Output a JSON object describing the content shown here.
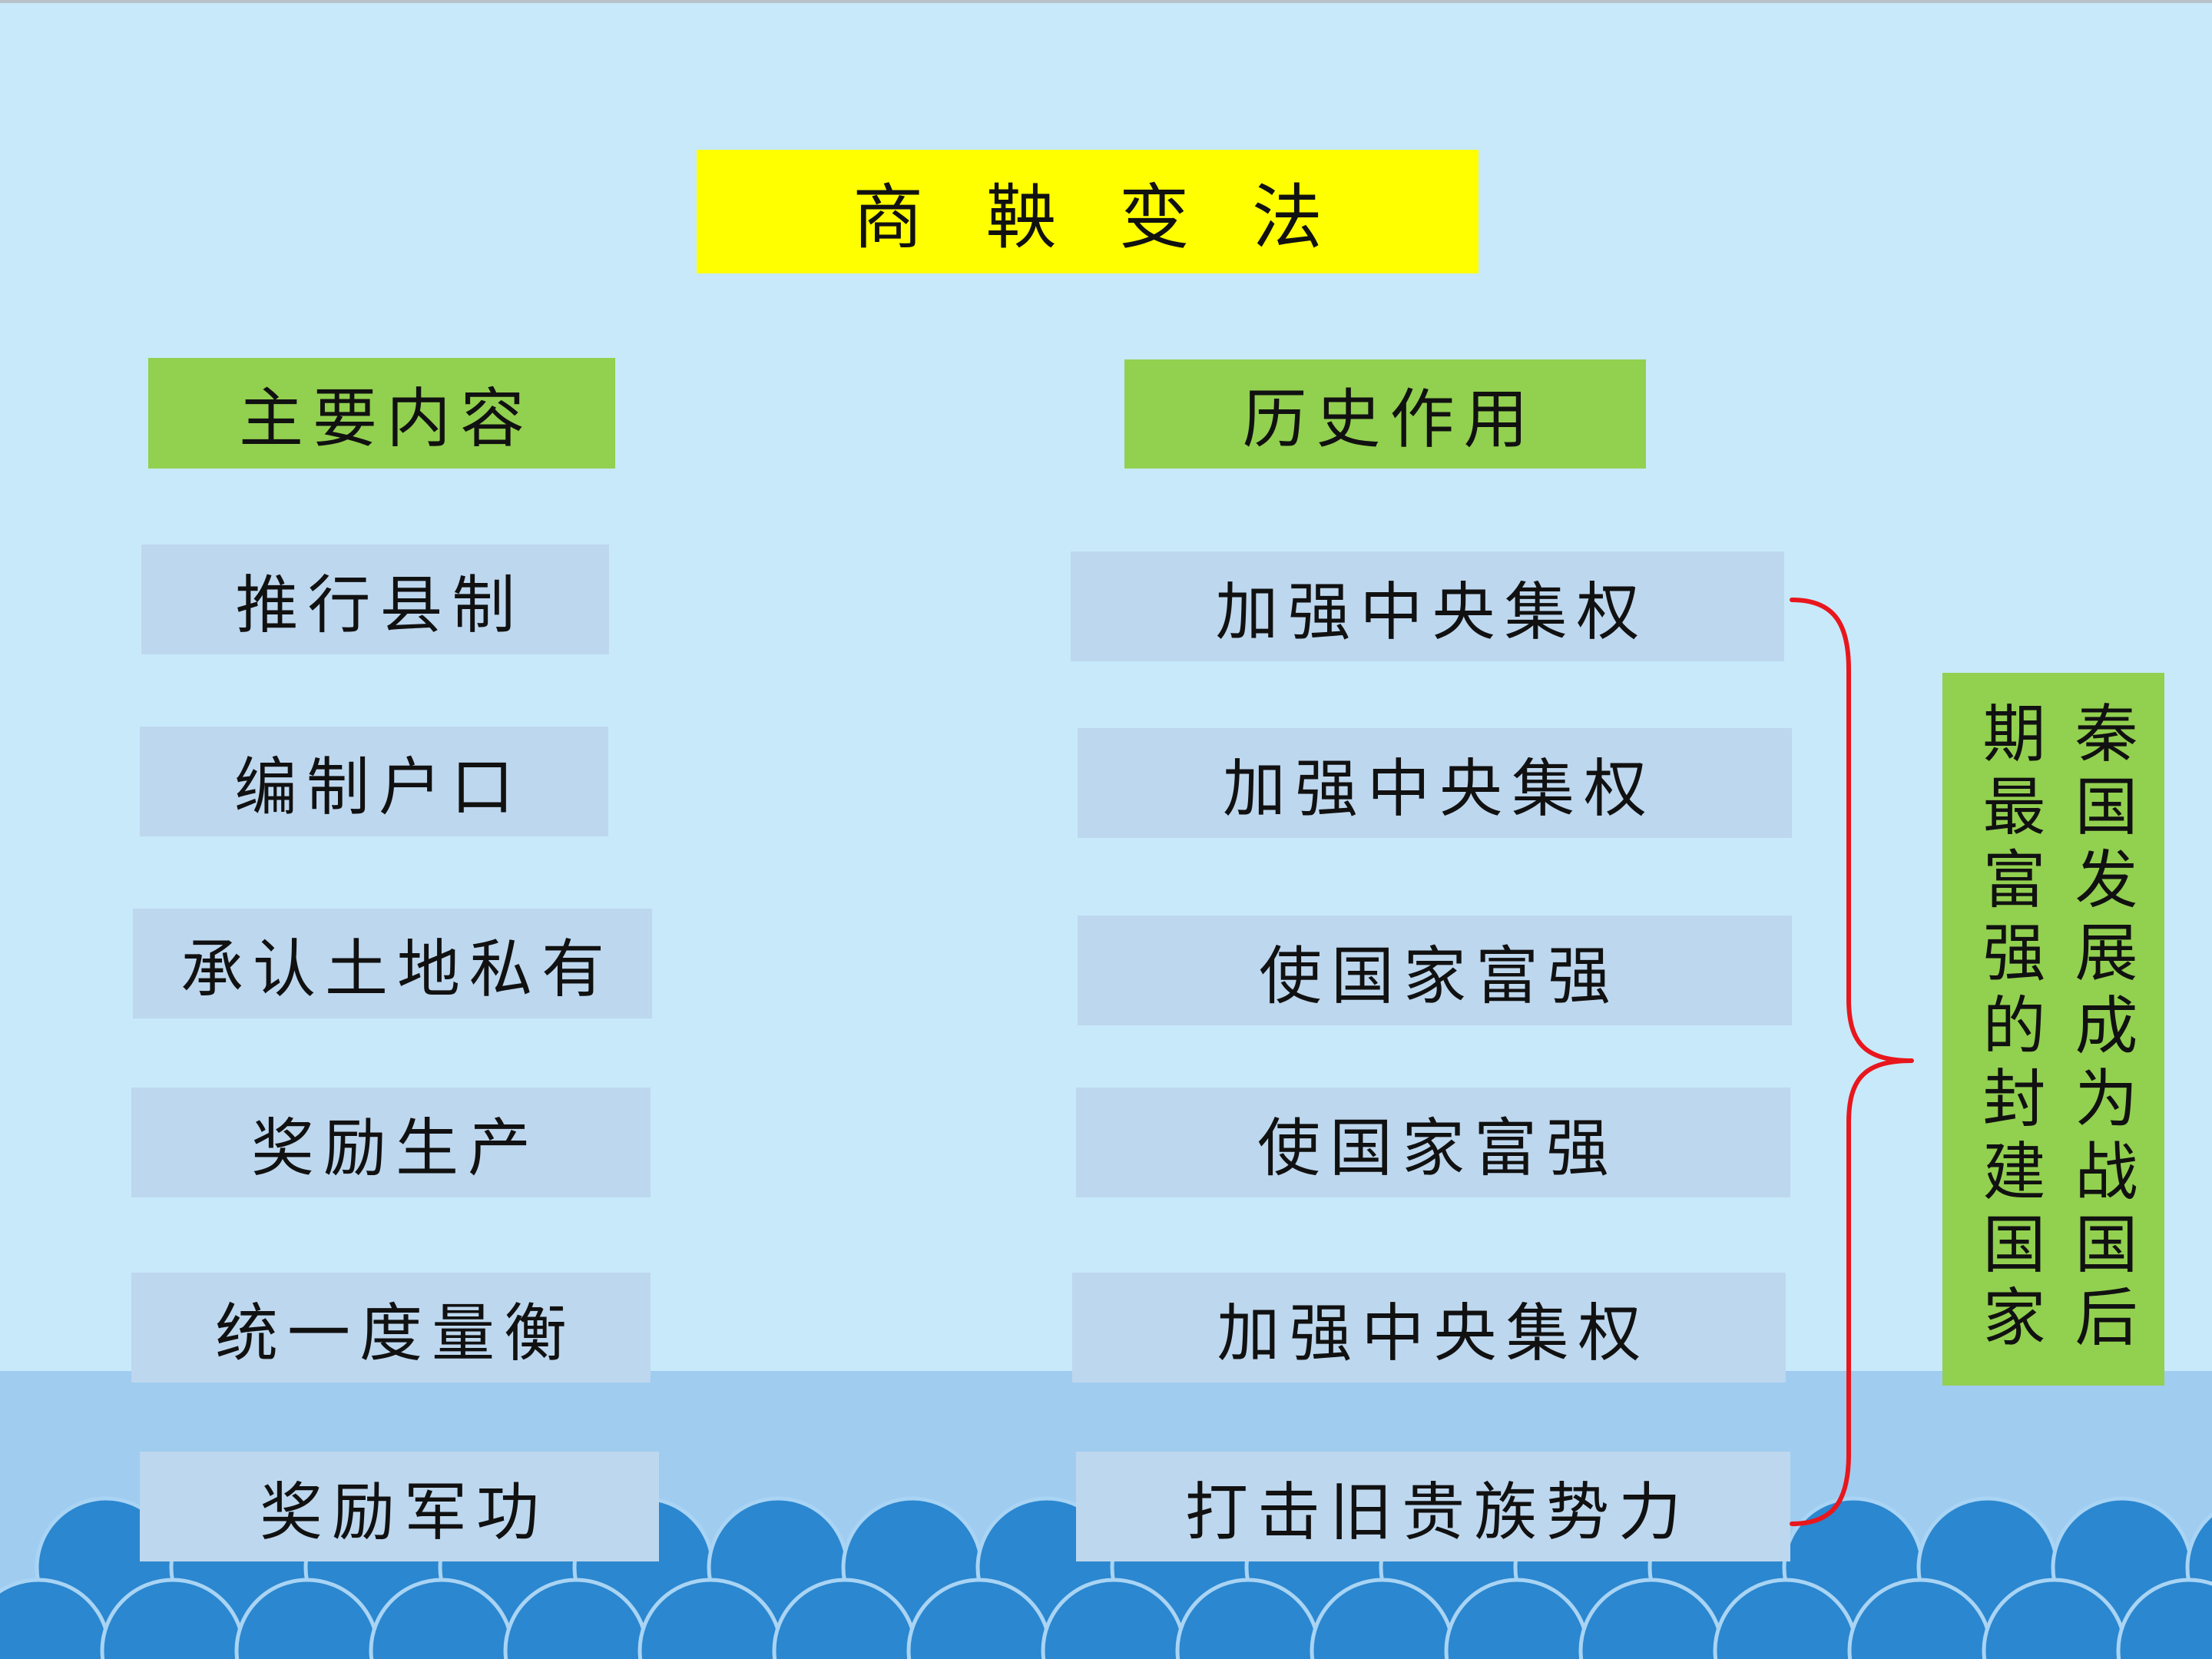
{
  "title": "商 鞅 变 法",
  "headers": {
    "content": "主要内容",
    "effect": "历史作用"
  },
  "contents": [
    "推行县制",
    "编制户口",
    "承认土地私有",
    "奖励生产",
    "统一度量衡",
    "奖励军功"
  ],
  "effects": [
    "加强中央集权",
    "加强中央集权",
    "使国家富强",
    "使国家富强",
    "加强中央集权",
    "打击旧贵族势力"
  ],
  "summary": {
    "lines": [
      "秦国发展成为战国后",
      "期最富强的封建国家"
    ]
  },
  "colors": {
    "background": "#c8e9fa",
    "band": "#a0ccf0",
    "title_bg": "#ffff00",
    "header_bg": "#92d050",
    "item_bg": "#bdd7ee",
    "brace": "#e8171d",
    "wave": "#2b87cf",
    "wave_edge": "#a9d4f4"
  }
}
